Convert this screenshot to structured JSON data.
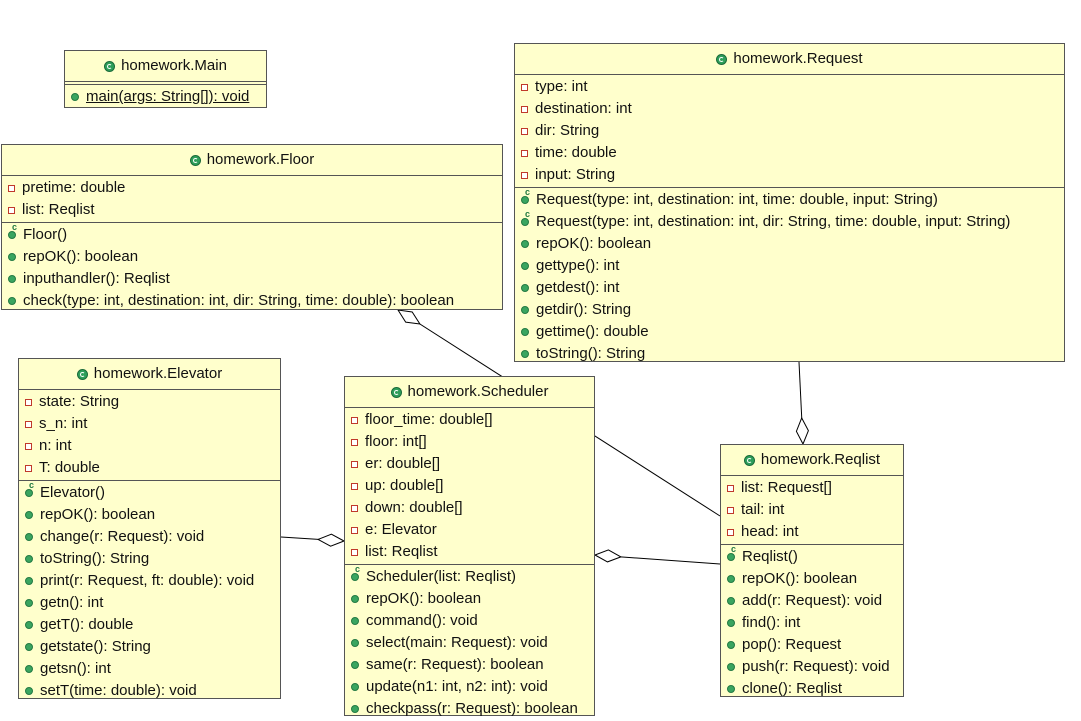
{
  "colors": {
    "class_fill": "#ffffcc",
    "border": "#555555",
    "line": "#000000"
  },
  "classes": {
    "main": {
      "title": "homework.Main",
      "fields": [],
      "methods": [
        {
          "label": "main(args: String[]): void",
          "kind": "method",
          "static": true
        }
      ]
    },
    "request": {
      "title": "homework.Request",
      "fields": [
        "type: int",
        "destination: int",
        "dir: String",
        "time: double",
        "input: String"
      ],
      "methods": [
        {
          "label": "Request(type: int, destination: int, time: double, input: String)",
          "kind": "constructor"
        },
        {
          "label": "Request(type: int, destination: int, dir: String, time: double, input: String)",
          "kind": "constructor"
        },
        {
          "label": "repOK(): boolean",
          "kind": "method"
        },
        {
          "label": "gettype(): int",
          "kind": "method"
        },
        {
          "label": "getdest(): int",
          "kind": "method"
        },
        {
          "label": "getdir(): String",
          "kind": "method"
        },
        {
          "label": "gettime(): double",
          "kind": "method"
        },
        {
          "label": "toString(): String",
          "kind": "method"
        }
      ]
    },
    "floor": {
      "title": "homework.Floor",
      "fields": [
        "pretime: double",
        "list: Reqlist"
      ],
      "methods": [
        {
          "label": "Floor()",
          "kind": "constructor"
        },
        {
          "label": "repOK(): boolean",
          "kind": "method"
        },
        {
          "label": "inputhandler(): Reqlist",
          "kind": "method"
        },
        {
          "label": "check(type: int, destination: int, dir: String, time: double): boolean",
          "kind": "method"
        }
      ]
    },
    "elevator": {
      "title": "homework.Elevator",
      "fields": [
        "state: String",
        "s_n: int",
        "n: int",
        "T: double"
      ],
      "methods": [
        {
          "label": "Elevator()",
          "kind": "constructor"
        },
        {
          "label": "repOK(): boolean",
          "kind": "method"
        },
        {
          "label": "change(r: Request): void",
          "kind": "method"
        },
        {
          "label": "toString(): String",
          "kind": "method"
        },
        {
          "label": "print(r: Request, ft: double): void",
          "kind": "method"
        },
        {
          "label": "getn(): int",
          "kind": "method"
        },
        {
          "label": "getT(): double",
          "kind": "method"
        },
        {
          "label": "getstate(): String",
          "kind": "method"
        },
        {
          "label": "getsn(): int",
          "kind": "method"
        },
        {
          "label": "setT(time: double): void",
          "kind": "method"
        }
      ]
    },
    "scheduler": {
      "title": "homework.Scheduler",
      "fields": [
        "floor_time: double[]",
        "floor: int[]",
        "er: double[]",
        "up: double[]",
        "down: double[]",
        "e: Elevator",
        "list: Reqlist"
      ],
      "methods": [
        {
          "label": "Scheduler(list: Reqlist)",
          "kind": "constructor"
        },
        {
          "label": "repOK(): boolean",
          "kind": "method"
        },
        {
          "label": "command(): void",
          "kind": "method"
        },
        {
          "label": "select(main: Request): void",
          "kind": "method"
        },
        {
          "label": "same(r: Request): boolean",
          "kind": "method"
        },
        {
          "label": "update(n1: int, n2: int): void",
          "kind": "method"
        },
        {
          "label": "checkpass(r: Request): boolean",
          "kind": "method"
        }
      ]
    },
    "reqlist": {
      "title": "homework.Reqlist",
      "fields": [
        "list: Request[]",
        "tail: int",
        "head: int"
      ],
      "methods": [
        {
          "label": "Reqlist()",
          "kind": "constructor"
        },
        {
          "label": "repOK(): boolean",
          "kind": "method"
        },
        {
          "label": "add(r: Request): void",
          "kind": "method"
        },
        {
          "label": "find(): int",
          "kind": "method"
        },
        {
          "label": "pop(): Request",
          "kind": "method"
        },
        {
          "label": "push(r: Request): void",
          "kind": "method"
        },
        {
          "label": "clone(): Reqlist",
          "kind": "method"
        }
      ]
    }
  },
  "relations": [
    {
      "from": "reqlist",
      "to": "request",
      "type": "aggregation"
    },
    {
      "from": "floor",
      "to": "reqlist",
      "type": "aggregation"
    },
    {
      "from": "scheduler",
      "to": "elevator",
      "type": "aggregation"
    },
    {
      "from": "scheduler",
      "to": "reqlist",
      "type": "aggregation"
    }
  ]
}
